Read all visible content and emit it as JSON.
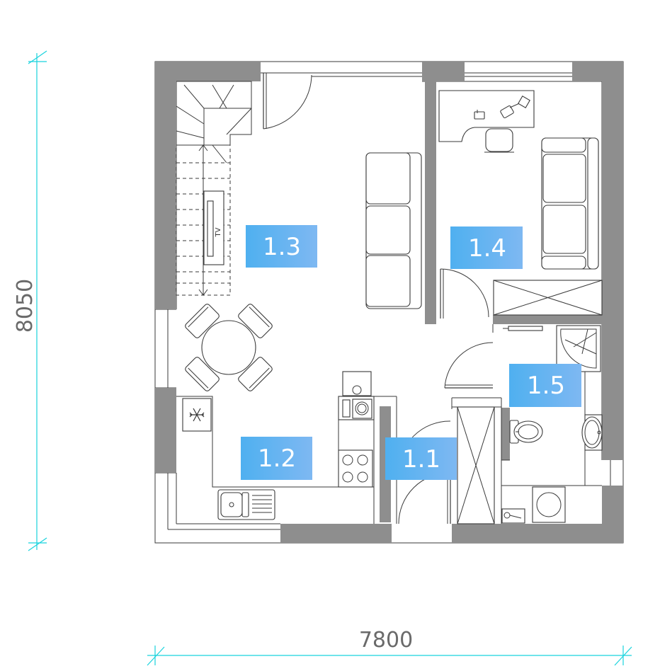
{
  "dimensions": {
    "width_label": "7800",
    "height_label": "8050"
  },
  "rooms": [
    {
      "id": "1.1",
      "label": "1.1"
    },
    {
      "id": "1.2",
      "label": "1.2"
    },
    {
      "id": "1.3",
      "label": "1.3"
    },
    {
      "id": "1.4",
      "label": "1.4"
    },
    {
      "id": "1.5",
      "label": "1.5"
    }
  ],
  "furniture_labels": {
    "tv": "TV"
  },
  "colors": {
    "wall": "#8e8e8e",
    "dimension_line": "#19d3dd",
    "room_label_start": "#55b3f0",
    "room_label_end": "#7ab6f2",
    "room_label_text": "#ffffff"
  },
  "icons": [
    "snowflake-icon",
    "stove-icon",
    "sink-icon",
    "toilet-icon",
    "washbasin-icon",
    "washing-machine-icon",
    "shower-icon",
    "sofa-icon",
    "dining-table-icon",
    "office-chair-icon",
    "desk-lamp-icon",
    "telephone-icon"
  ]
}
